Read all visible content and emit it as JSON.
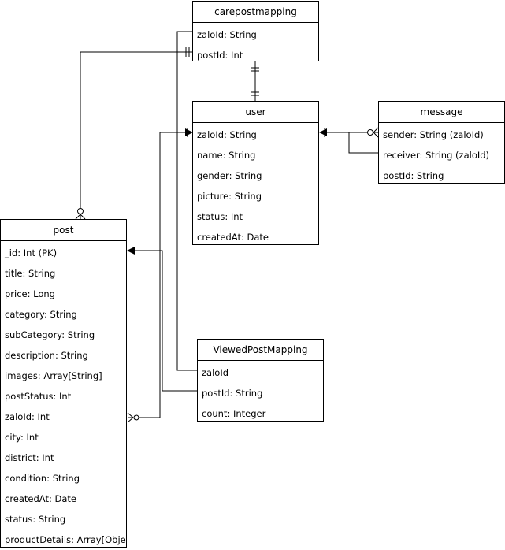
{
  "entities": {
    "carepostmapping": {
      "title": "carepostmapping",
      "fields": [
        "zaloId: String",
        "postId: Int"
      ]
    },
    "user": {
      "title": "user",
      "fields": [
        "zaloId: String",
        "name: String",
        "gender: String",
        "picture: String",
        "status: Int",
        "createdAt: Date"
      ]
    },
    "message": {
      "title": "message",
      "fields": [
        "sender: String (zaloId)",
        "receiver: String (zaloId)",
        "postId: String"
      ]
    },
    "post": {
      "title": "post",
      "fields": [
        "_id: Int (PK)",
        "title: String",
        "price: Long",
        "category: String",
        "subCategory: String",
        "description: String",
        "images: Array[String]",
        "postStatus: Int",
        "zaloId: Int",
        "city: Int",
        "district: Int",
        "condition: String",
        "createdAt: Date",
        "status: String",
        "productDetails: Array[Object]"
      ]
    },
    "viewedpostmapping": {
      "title": "ViewedPostMapping",
      "fields": [
        "zaloId",
        "postId: String",
        "count: Integer"
      ]
    }
  },
  "relationships": [
    {
      "from": "carepostmapping.postId",
      "to": "post",
      "from_end": "one-and-only-one",
      "to_end": "zero-or-many"
    },
    {
      "from": "carepostmapping",
      "to": "user",
      "from_end": "one-and-only-one",
      "to_end": "one-and-only-one"
    },
    {
      "from": "message.sender",
      "to": "user.zaloId",
      "from_end": "zero-or-many",
      "to_end": "one"
    },
    {
      "from": "message.receiver",
      "to": "user.zaloId",
      "from_end": "none",
      "to_end": "one"
    },
    {
      "from": "post.zaloId",
      "to": "user.zaloId",
      "from_end": "zero-or-many",
      "to_end": "one"
    },
    {
      "from": "viewedpostmapping.postId",
      "to": "post._id",
      "from_end": "none",
      "to_end": "one"
    },
    {
      "from": "viewedpostmapping.zaloId",
      "to": "carepostmapping.zaloId",
      "from_end": "none",
      "to_end": "none"
    }
  ],
  "colors": {
    "line": "#000000",
    "background": "#ffffff"
  }
}
